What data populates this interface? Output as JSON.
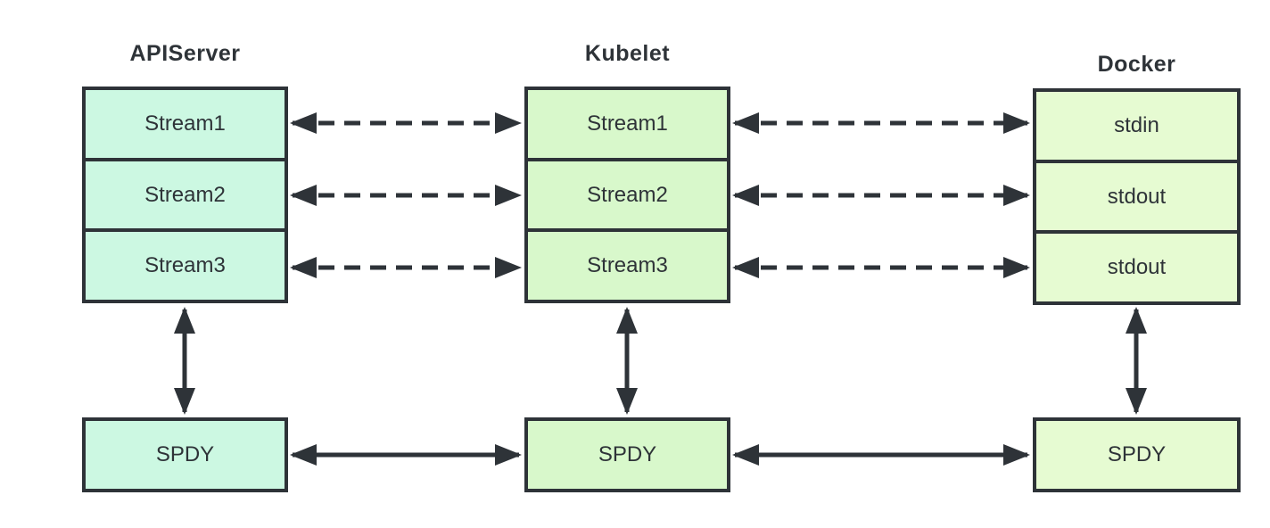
{
  "diagram": {
    "columns": [
      {
        "title": "APIServer",
        "streams": [
          "Stream1",
          "Stream2",
          "Stream3"
        ],
        "spdy": "SPDY"
      },
      {
        "title": "Kubelet",
        "streams": [
          "Stream1",
          "Stream2",
          "Stream3"
        ],
        "spdy": "SPDY"
      },
      {
        "title": "Docker",
        "streams": [
          "stdin",
          "stdout",
          "stdout"
        ],
        "spdy": "SPDY"
      }
    ],
    "colors": {
      "background": "#ffffff",
      "stroke": "#2e3338",
      "text": "#2e3338",
      "apiserver_fill": "#ccf8e2",
      "kubelet_fill": "#d8f8cb",
      "docker_fill": "#e6fbd2"
    }
  }
}
